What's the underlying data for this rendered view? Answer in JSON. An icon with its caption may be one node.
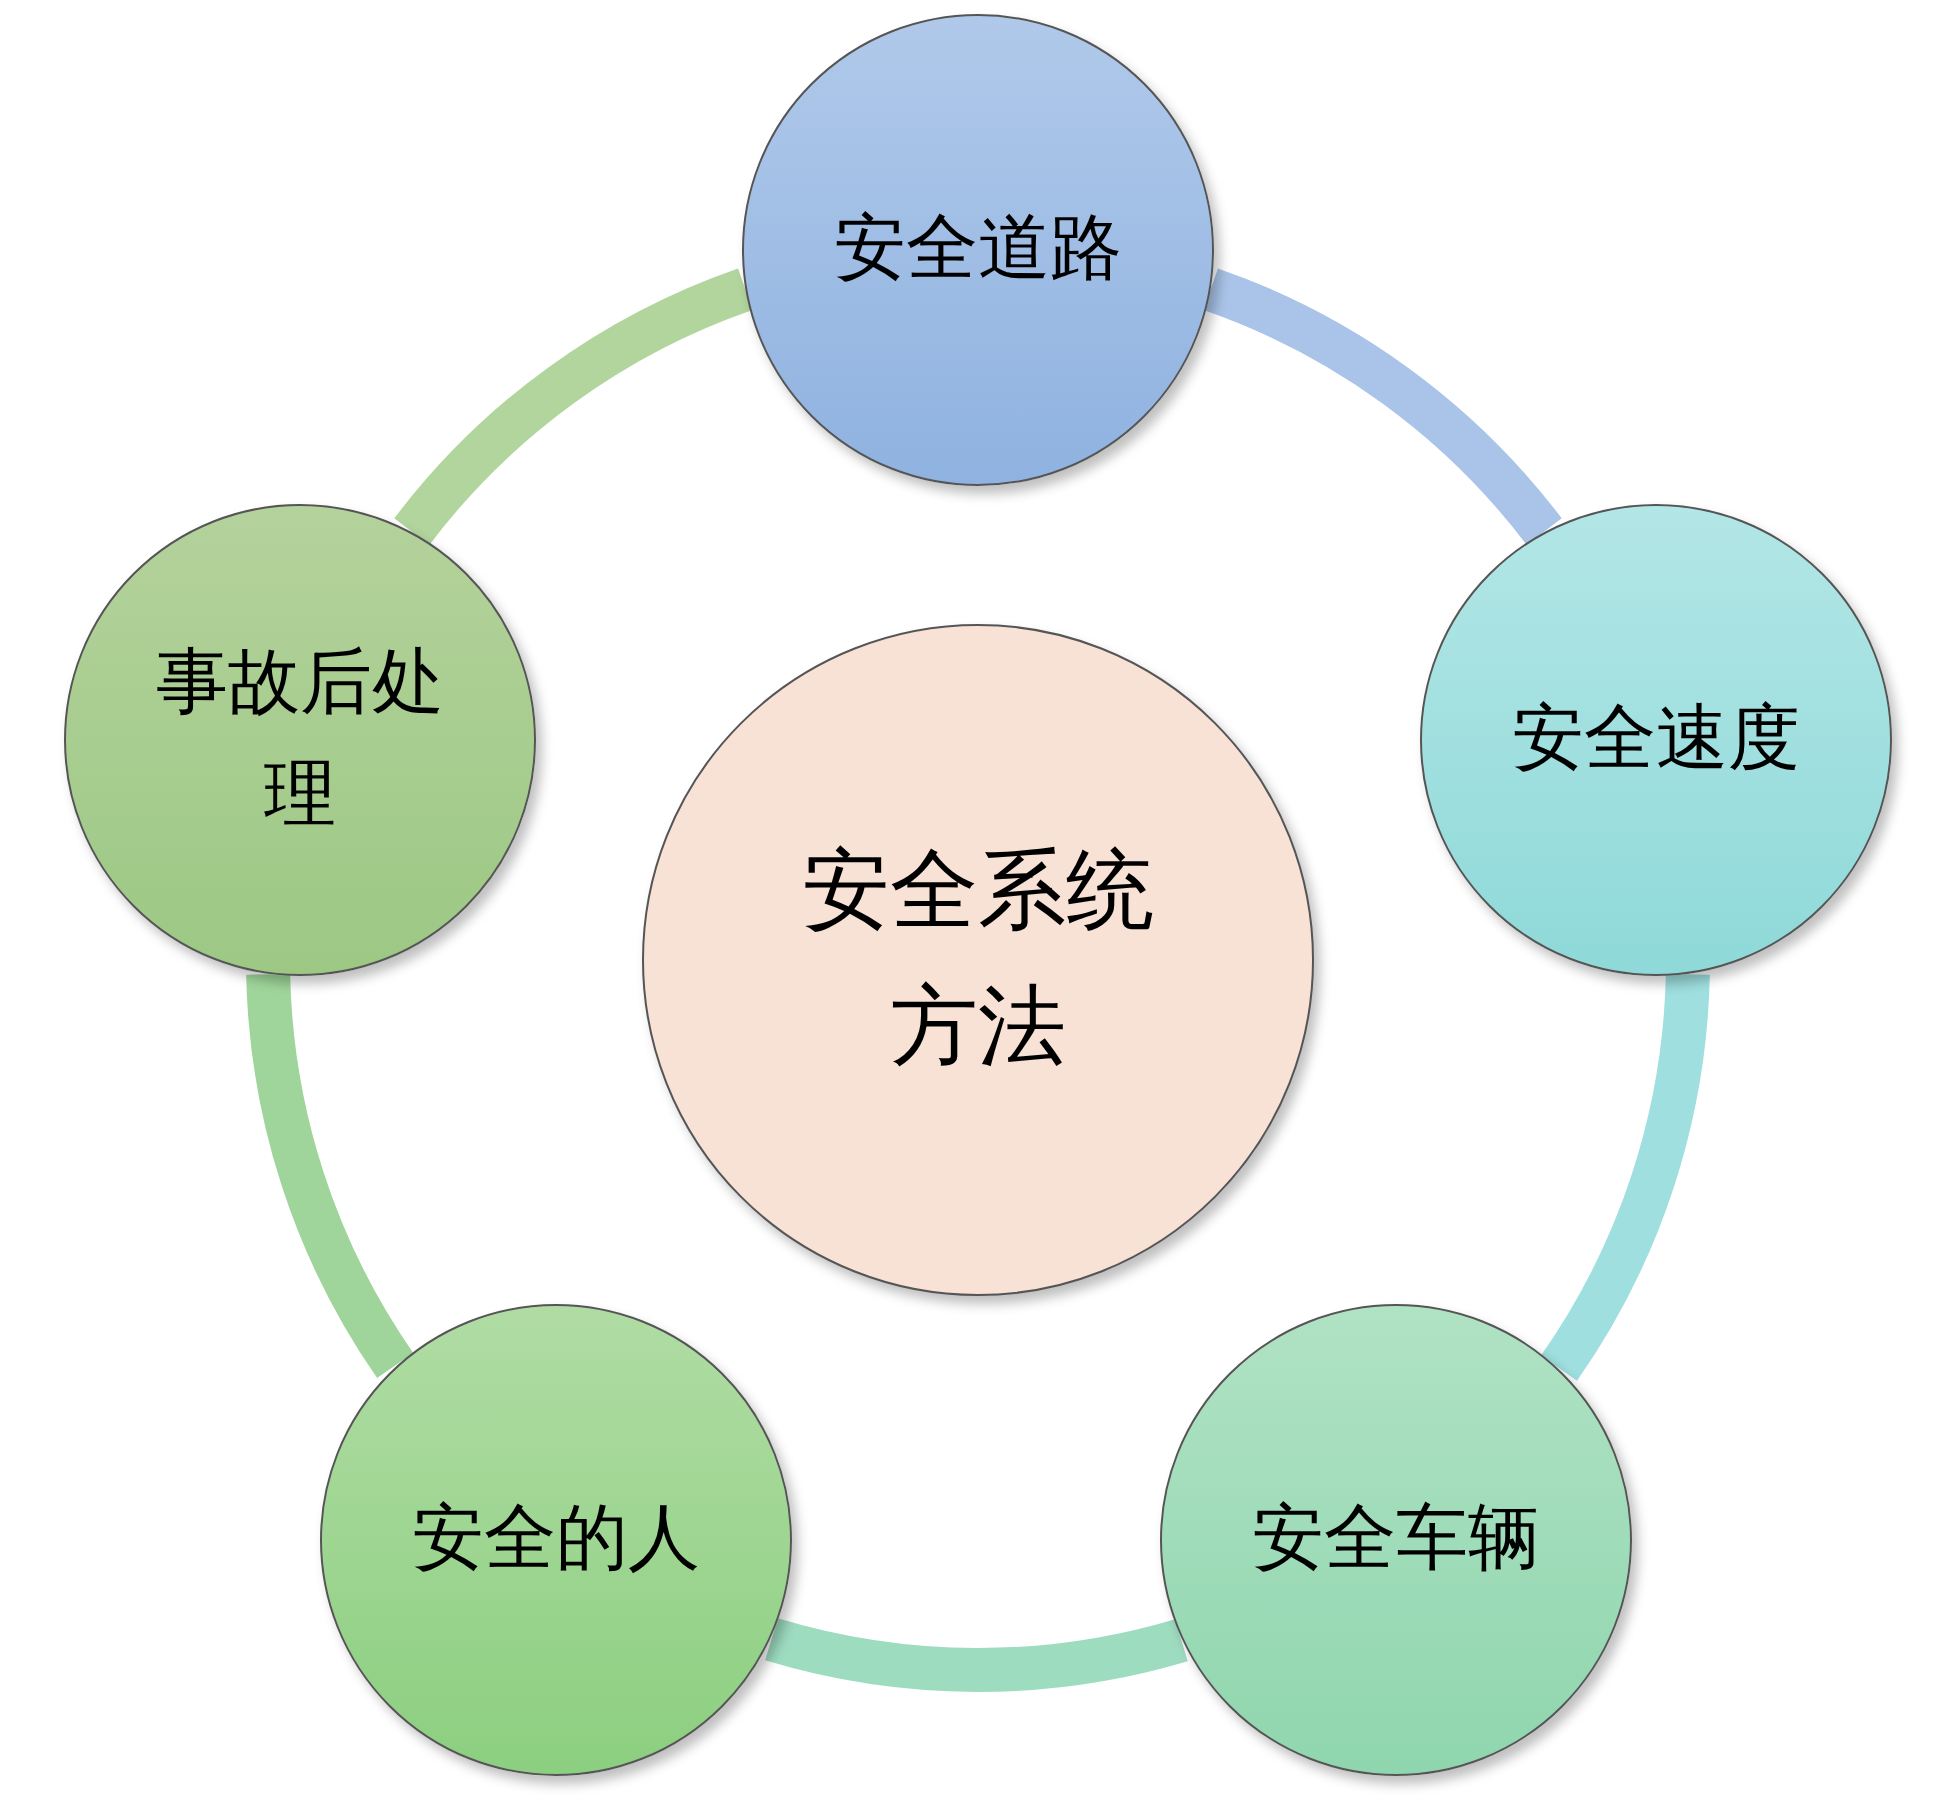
{
  "diagram": {
    "nodes": [
      {
        "text": [
          "安全道路"
        ]
      },
      {
        "text": [
          "事故后处理"
        ]
      },
      {
        "text": [
          "安全速度"
        ]
      },
      {
        "text": [
          "安全系统方法"
        ]
      },
      {
        "text": [
          "安全的人"
        ]
      },
      {
        "text": [
          "安全车辆"
        ]
      }
    ],
    "edges": [
      {
        "from": 0,
        "to": 2,
        "arrow": "none",
        "color": "#a9c4e8"
      },
      {
        "from": 2,
        "to": 5,
        "arrow": "none",
        "color": "#9fdfdf"
      },
      {
        "from": 5,
        "to": 4,
        "arrow": "none",
        "color": "#9edcc0"
      },
      {
        "from": 4,
        "to": 1,
        "arrow": "none",
        "color": "#9fd59a"
      },
      {
        "from": 1,
        "to": 0,
        "arrow": "none",
        "color": "#b2d59d"
      }
    ]
  }
}
